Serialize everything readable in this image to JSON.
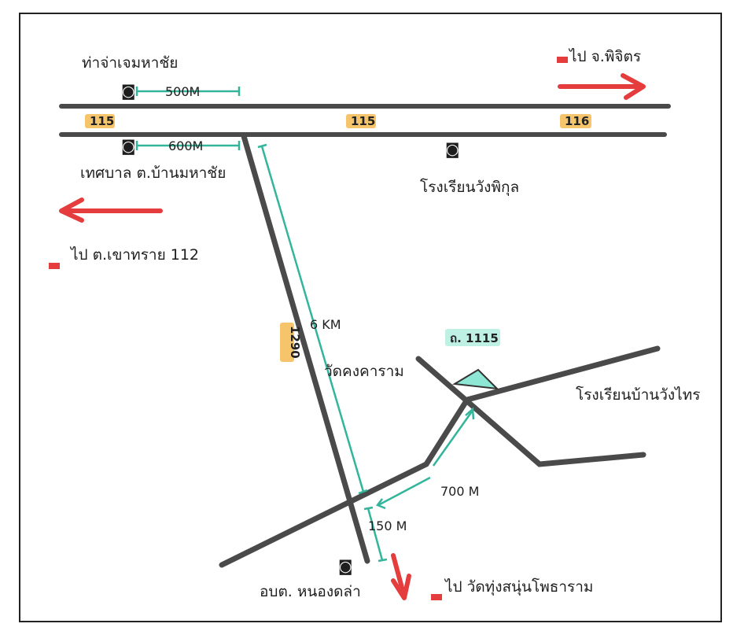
{
  "map": {
    "landmarks": {
      "top_left_office": "ท่าจ่าเจมหาชัย",
      "to_phichit": "ไป จ.พิจิตร",
      "left_office": "เทศบาล ต.บ้านมหาชัย",
      "to_left": "ไป ต.เขาทราย 112",
      "school_right": "โรงเรียนบ้านวังไทร",
      "school_top": "โรงเรียนวังพิกุล",
      "temple": "วัดคงคาราม",
      "temple_right": "โรงเรียนบ้านวังไทร",
      "bottom_office": "อบต. หนองดล่า",
      "to_bottom": "ไป วัดทุ่งสนุ่นโพธาราม"
    },
    "road_numbers": {
      "r1": "115",
      "r2": "115",
      "r3": "116",
      "vertical": "1290",
      "branch": "ถ. 1115"
    },
    "distances": {
      "top_left": "500M",
      "below_left": "600M",
      "vertical": "6 KM",
      "diag": "700 M",
      "short": "150 M"
    },
    "colors": {
      "road": "#4a4a4a",
      "measure": "#33b59b",
      "arrow": "#e53d3d",
      "highlight_orange": "#f6c46b",
      "highlight_teal": "#8ee6d4"
    }
  }
}
